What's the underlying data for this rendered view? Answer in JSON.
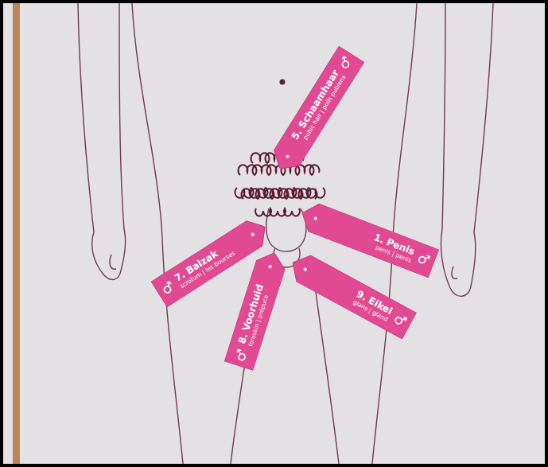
{
  "diagram": {
    "nodes": [
      {
        "text": [
          "5. Schaamhaar",
          "pubic hair | poils pubiens",
          "♂"
        ]
      },
      {
        "text": [
          "1. Penis",
          "penis | penis",
          "♂"
        ]
      },
      {
        "text": [
          "7. Balzak",
          "scrotum | les bourses",
          "♂"
        ]
      },
      {
        "text": [
          "8. Voorhuid",
          "foreskin | prépuce",
          "♂"
        ]
      },
      {
        "text": [
          "9. Eikel",
          "glans | gland",
          "♂"
        ]
      }
    ]
  }
}
